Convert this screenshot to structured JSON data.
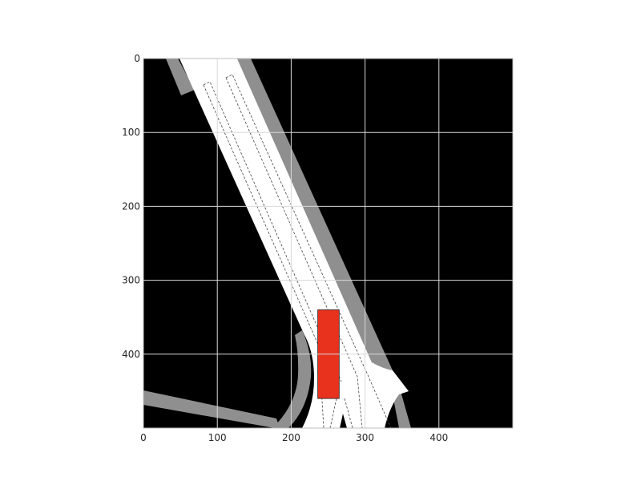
{
  "map": {
    "x_ticks": [
      "0",
      "100",
      "200",
      "300",
      "400"
    ],
    "y_ticks": [
      "0",
      "100",
      "200",
      "300",
      "400"
    ],
    "x_range": [
      0,
      500
    ],
    "y_range": [
      0,
      500
    ],
    "y_axis_inverted": true,
    "grid": true
  },
  "colors": {
    "background": "#000000",
    "road_surface": "#ffffff",
    "road_edge": "#8f8f8f",
    "lane_marking": "#444444",
    "vehicle": "#e8321e",
    "grid": "#d9d9d9"
  },
  "vehicle": {
    "x_min": 236,
    "x_max": 265,
    "y_min": 340,
    "y_max": 460
  }
}
